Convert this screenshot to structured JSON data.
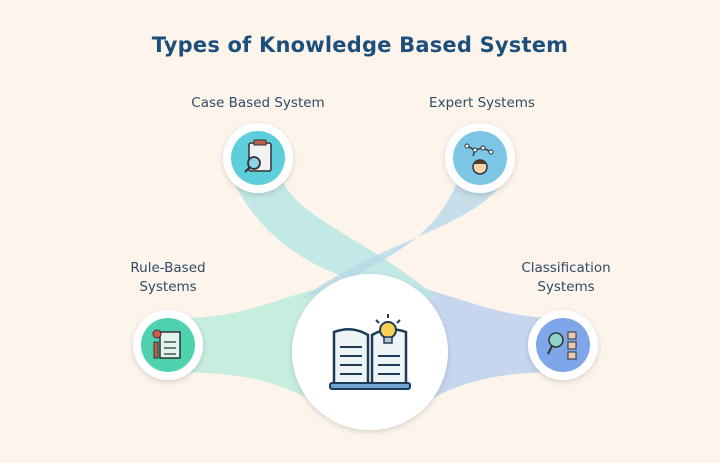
{
  "title": "Types of Knowledge Based System",
  "center": {
    "icon": "open-book-lightbulb-icon"
  },
  "nodes": [
    {
      "label": "Case Based System",
      "icon": "clipboard-magnifier-icon",
      "color": "#5ccfdb"
    },
    {
      "label": "Expert Systems",
      "icon": "expert-network-head-icon",
      "color": "#7cc6e6"
    },
    {
      "label_line1": "Rule-Based",
      "label_line2": "Systems",
      "icon": "rules-document-icon",
      "color": "#4fd1b0"
    },
    {
      "label_line1": "Classification",
      "label_line2": "Systems",
      "icon": "classification-tree-icon",
      "color": "#7fa6e8"
    }
  ],
  "colors": {
    "background": "#fdf5ec",
    "title": "#1d4f7c"
  }
}
